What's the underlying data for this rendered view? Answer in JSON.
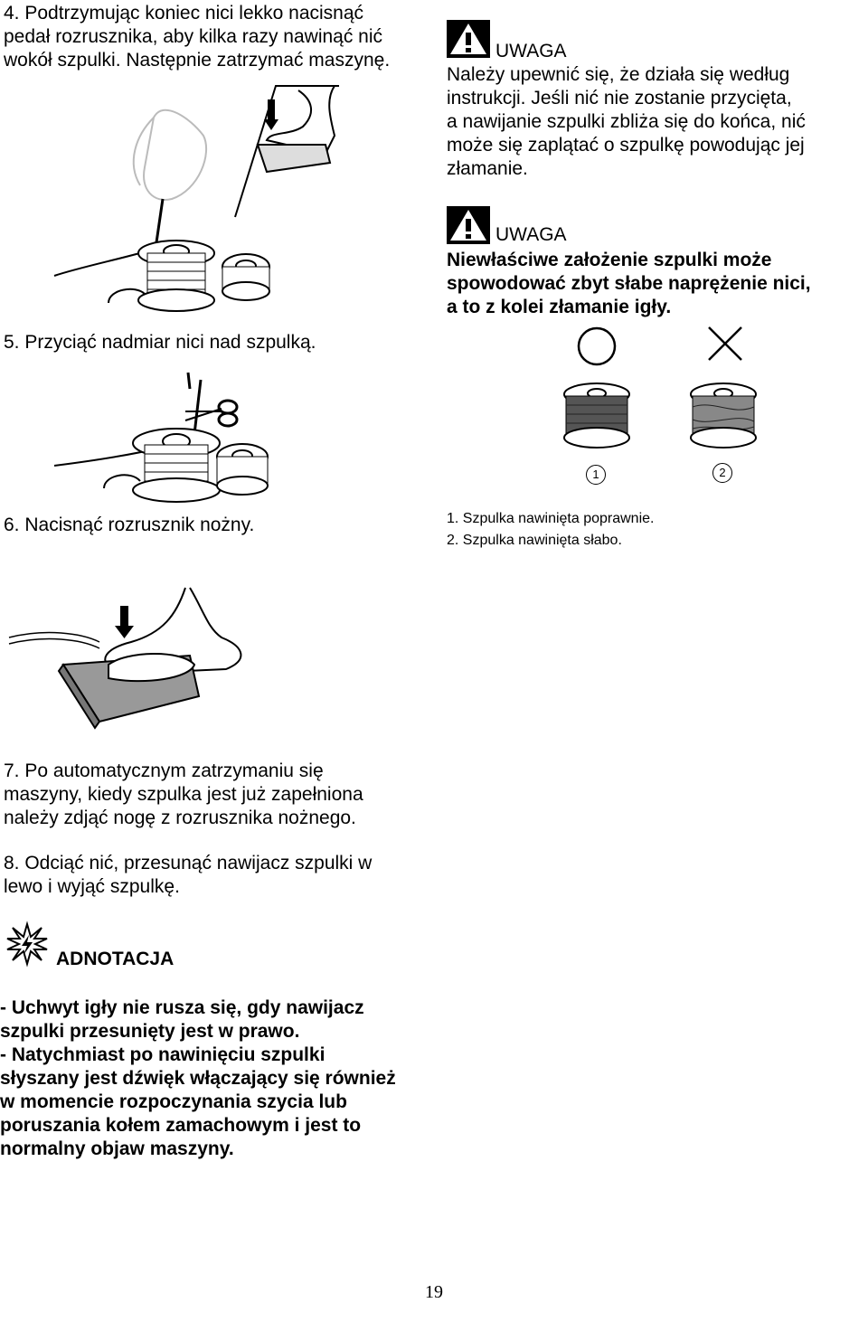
{
  "step4": "4. Podtrzymując koniec nici lekko nacisnąć\npedał rozrusznika, aby kilka razy nawinąć nić\nwokół szpulki. Następnie zatrzymać maszynę.",
  "warning1": {
    "title": "UWAGA",
    "body": "Należy upewnić się, że działa się według\ninstrukcji. Jeśli nić nie zostanie przycięta,\na nawijanie szpulki zbliża się do końca, nić\nmoże się zaplątać o szpulkę powodując jej\nzłamanie."
  },
  "warning2": {
    "title": "UWAGA",
    "body": "Niewłaściwe założenie szpulki może\nspowodować zbyt słabe naprężenie nici,\na to z kolei złamanie igły."
  },
  "step5": "5. Przyciąć nadmiar nici nad szpulką.",
  "step6": "6. Nacisnąć rozrusznik nożny.",
  "bobbin_labels": {
    "n1": "1",
    "n2": "2",
    "item1": "1.  Szpulka nawinięta poprawnie.",
    "item2": "2.  Szpulka nawinięta słabo."
  },
  "step7": "7. Po automatycznym zatrzymaniu się\nmaszyny, kiedy szpulka jest już zapełniona\nnależy zdjąć nogę z rozrusznika nożnego.",
  "step8": "8. Odciąć nić, przesunąć nawijacz szpulki w\nlewo i wyjąć szpulkę.",
  "note": {
    "title": "ADNOTACJA",
    "body": "- Uchwyt igły nie rusza się, gdy nawijacz\nszpulki przesunięty jest w prawo.\n- Natychmiast po nawinięciu szpulki\nsłyszany jest dźwięk włączający się również\nw momencie rozpoczynania szycia lub\nporuszania kołem zamachowym i jest to\nnormalny objaw maszyny."
  },
  "page_number": "19",
  "icons": [
    "warning-icon",
    "note-burst-icon",
    "circle-ok-icon",
    "cross-bad-icon",
    "down-arrow-icon",
    "scissors-icon"
  ]
}
